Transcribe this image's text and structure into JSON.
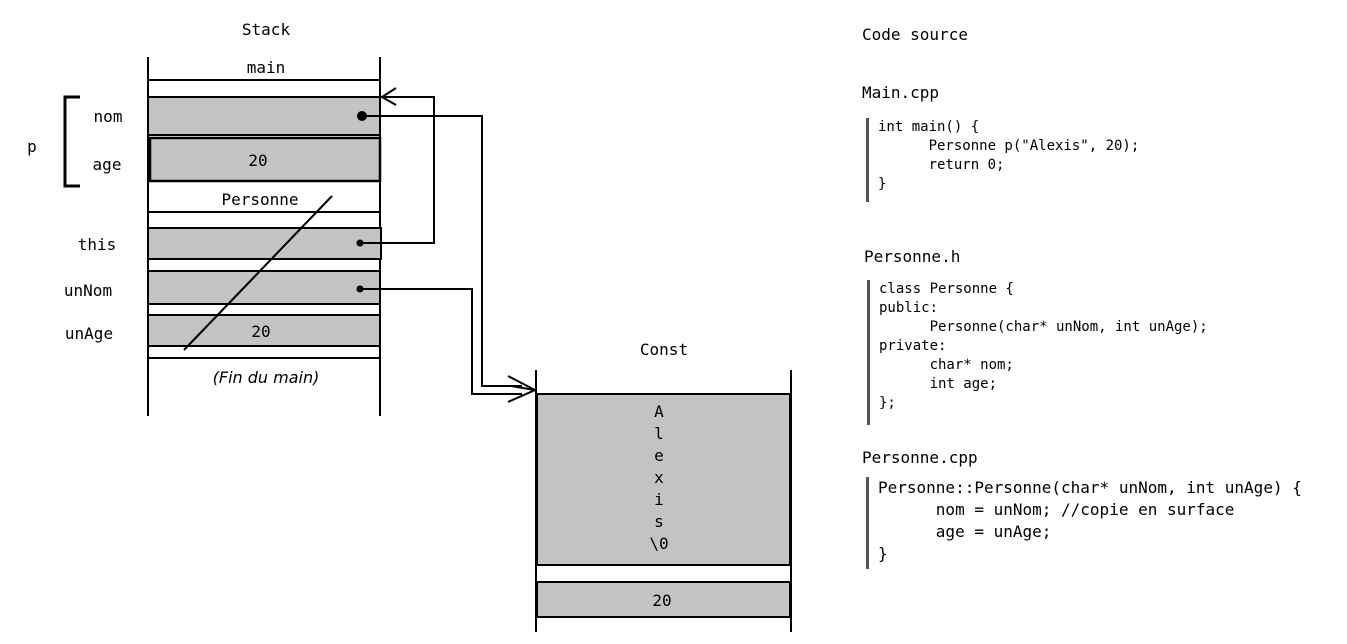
{
  "stack": {
    "title": "Stack",
    "main_label": "main",
    "frame_label": "Personne",
    "end_label": "(Fin du main)",
    "p_label": "p",
    "fields": {
      "nom": "nom",
      "age": "age",
      "this": "this",
      "unNom": "unNom",
      "unAge": "unAge"
    },
    "values": {
      "age": "20",
      "unAge": "20"
    }
  },
  "const": {
    "title": "Const",
    "chars": [
      "A",
      "l",
      "e",
      "x",
      "i",
      "s",
      "\\0"
    ],
    "number": "20"
  },
  "code": {
    "title": "Code source",
    "files": [
      {
        "name": "Main.cpp",
        "lines": [
          "int main() {",
          "      Personne p(\"Alexis\", 20);",
          "      return 0;",
          "}"
        ]
      },
      {
        "name": "Personne.h",
        "lines": [
          "class Personne {",
          "public:",
          "      Personne(char* unNom, int unAge);",
          "private:",
          "      char* nom;",
          "      int age;",
          "};"
        ]
      },
      {
        "name": "Personne.cpp",
        "lines": [
          "Personne::Personne(char* unNom, int unAge) {",
          "      nom = unNom; //copie en surface",
          "      age = unAge;",
          "}"
        ]
      }
    ]
  },
  "colors": {
    "cell_fill": "#c3c3c3",
    "stroke": "#000000"
  }
}
